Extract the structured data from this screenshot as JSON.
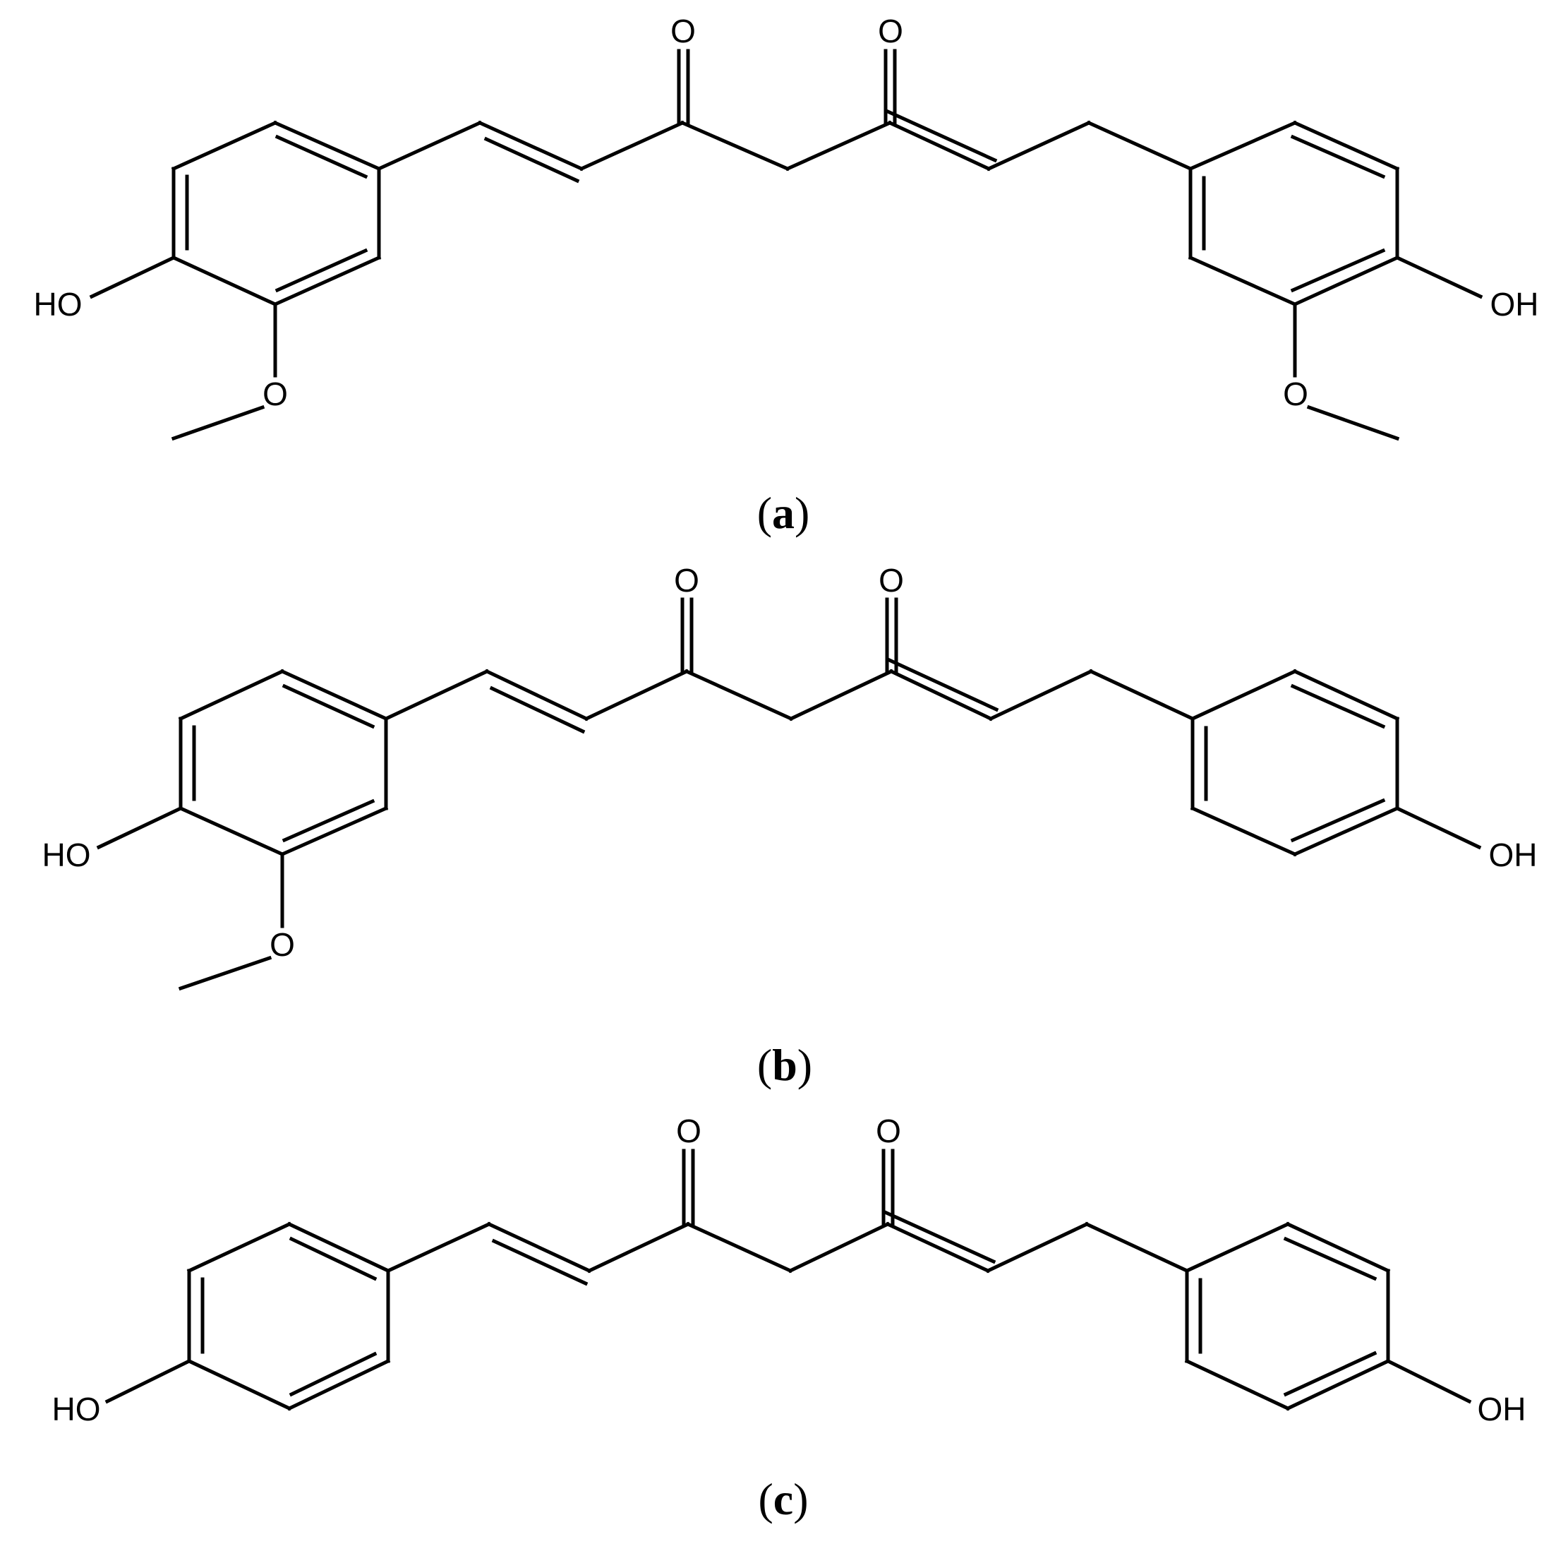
{
  "figure": {
    "panels": [
      {
        "id": "a",
        "label_open": "(",
        "label_letter": "a",
        "label_close": ")",
        "atom_labels": {
          "carbonyl_left_O": "O",
          "carbonyl_right_O": "O",
          "left_hydroxyl": "HO",
          "left_methoxy_O": "O",
          "right_hydroxyl": "OH",
          "right_methoxy_O": "O"
        }
      },
      {
        "id": "b",
        "label_open": "(",
        "label_letter": "b",
        "label_close": ")",
        "atom_labels": {
          "carbonyl_left_O": "O",
          "carbonyl_right_O": "O",
          "left_hydroxyl": "HO",
          "left_methoxy_O": "O",
          "right_hydroxyl": "OH"
        }
      },
      {
        "id": "c",
        "label_open": "(",
        "label_letter": "c",
        "label_close": ")",
        "atom_labels": {
          "carbonyl_left_O": "O",
          "carbonyl_right_O": "O",
          "left_hydroxyl": "HO",
          "right_hydroxyl": "OH"
        }
      }
    ],
    "colors": {
      "line": "#000000",
      "background": "#ffffff"
    }
  }
}
